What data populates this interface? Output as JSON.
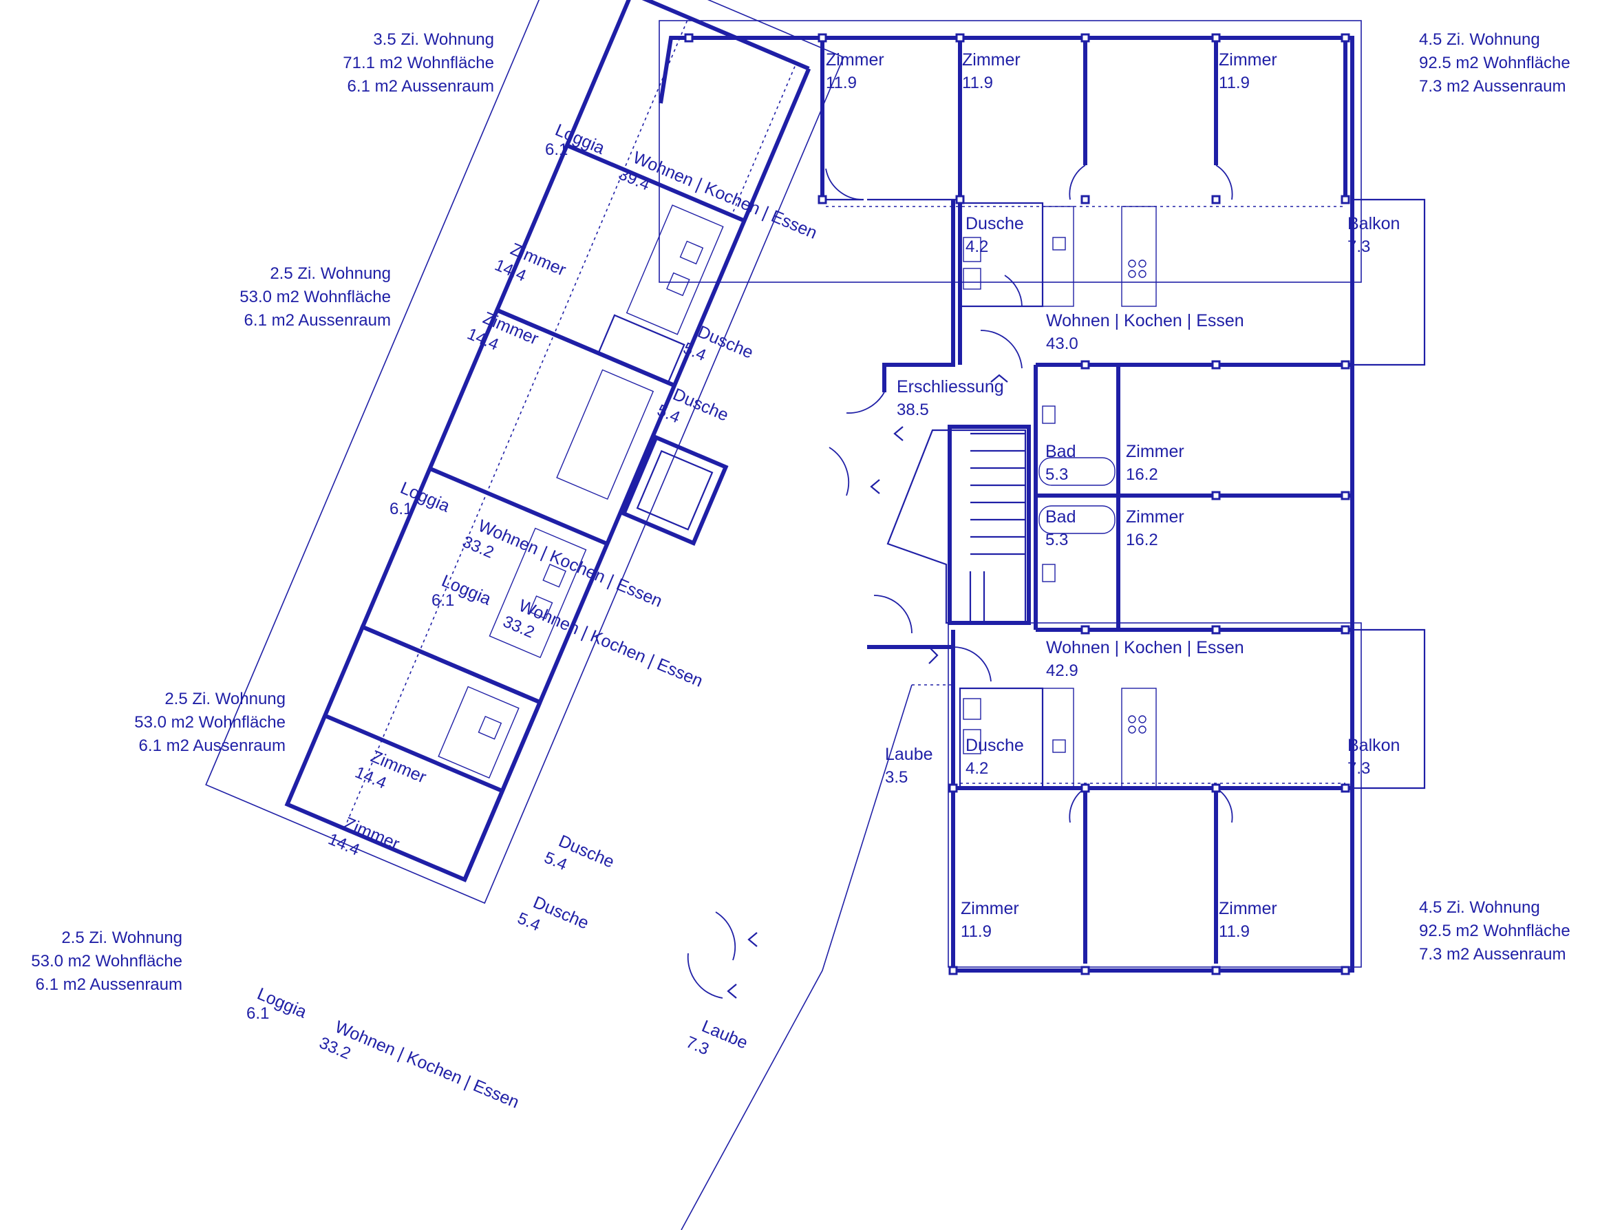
{
  "colors": {
    "line": "#1f1fa6",
    "background": "#ffffff"
  },
  "summaries": [
    {
      "id": "apt-35-north",
      "title": "3.5 Zi. Wohnung",
      "living": "71.1 m2 Wohnfläche",
      "outdoor": "6.1 m2 Aussenraum"
    },
    {
      "id": "apt-45-north",
      "title": "4.5 Zi. Wohnung",
      "living": "92.5 m2 Wohnfläche",
      "outdoor": "7.3 m2 Aussenraum"
    },
    {
      "id": "apt-25-a",
      "title": "2.5 Zi. Wohnung",
      "living": "53.0 m2 Wohnfläche",
      "outdoor": "6.1 m2 Aussenraum"
    },
    {
      "id": "apt-25-b",
      "title": "2.5 Zi. Wohnung",
      "living": "53.0 m2 Wohnfläche",
      "outdoor": "6.1 m2 Aussenraum"
    },
    {
      "id": "apt-25-c",
      "title": "2.5 Zi. Wohnung",
      "living": "53.0 m2 Wohnfläche",
      "outdoor": "6.1 m2 Aussenraum"
    },
    {
      "id": "apt-45-south",
      "title": "4.5 Zi. Wohnung",
      "living": "92.5 m2 Wohnfläche",
      "outdoor": "7.3 m2 Aussenraum"
    }
  ],
  "rooms": [
    {
      "id": "r01",
      "name": "Zimmer",
      "area": "11.9"
    },
    {
      "id": "r02",
      "name": "Zimmer",
      "area": "11.9"
    },
    {
      "id": "r03",
      "name": "Zimmer",
      "area": "11.9"
    },
    {
      "id": "r04",
      "name": "Loggia",
      "area": "6.1"
    },
    {
      "id": "r05",
      "name": "Wohnen | Kochen | Essen",
      "area": "39.4"
    },
    {
      "id": "r06",
      "name": "Dusche",
      "area": "4.2"
    },
    {
      "id": "r07",
      "name": "Balkon",
      "area": "7.3"
    },
    {
      "id": "r08",
      "name": "Wohnen | Kochen | Essen",
      "area": "43.0"
    },
    {
      "id": "r09",
      "name": "Zimmer",
      "area": "14.4"
    },
    {
      "id": "r10",
      "name": "Dusche",
      "area": "5.4"
    },
    {
      "id": "r11",
      "name": "Zimmer",
      "area": "14.4"
    },
    {
      "id": "r12",
      "name": "Dusche",
      "area": "5.4"
    },
    {
      "id": "r13",
      "name": "Erschliessung",
      "area": "38.5"
    },
    {
      "id": "r14",
      "name": "Bad",
      "area": "5.3"
    },
    {
      "id": "r15",
      "name": "Zimmer",
      "area": "16.2"
    },
    {
      "id": "r16",
      "name": "Bad",
      "area": "5.3"
    },
    {
      "id": "r17",
      "name": "Zimmer",
      "area": "16.2"
    },
    {
      "id": "r18",
      "name": "Loggia",
      "area": "6.1"
    },
    {
      "id": "r19",
      "name": "Wohnen | Kochen | Essen",
      "area": "33.2"
    },
    {
      "id": "r20",
      "name": "Loggia",
      "area": "6.1"
    },
    {
      "id": "r21",
      "name": "Wohnen | Kochen | Essen",
      "area": "33.2"
    },
    {
      "id": "r22",
      "name": "Wohnen | Kochen | Essen",
      "area": "42.9"
    },
    {
      "id": "r23",
      "name": "Laube",
      "area": "3.5"
    },
    {
      "id": "r24",
      "name": "Dusche",
      "area": "4.2"
    },
    {
      "id": "r25",
      "name": "Balkon",
      "area": "7.3"
    },
    {
      "id": "r26",
      "name": "Zimmer",
      "area": "14.4"
    },
    {
      "id": "r27",
      "name": "Dusche",
      "area": "5.4"
    },
    {
      "id": "r28",
      "name": "Zimmer",
      "area": "14.4"
    },
    {
      "id": "r29",
      "name": "Dusche",
      "area": "5.4"
    },
    {
      "id": "r30",
      "name": "Zimmer",
      "area": "11.9"
    },
    {
      "id": "r31",
      "name": "Zimmer",
      "area": "11.9"
    },
    {
      "id": "r32",
      "name": "Loggia",
      "area": "6.1"
    },
    {
      "id": "r33",
      "name": "Wohnen | Kochen | Essen",
      "area": "33.2"
    },
    {
      "id": "r34",
      "name": "Laube",
      "area": "7.3"
    }
  ]
}
